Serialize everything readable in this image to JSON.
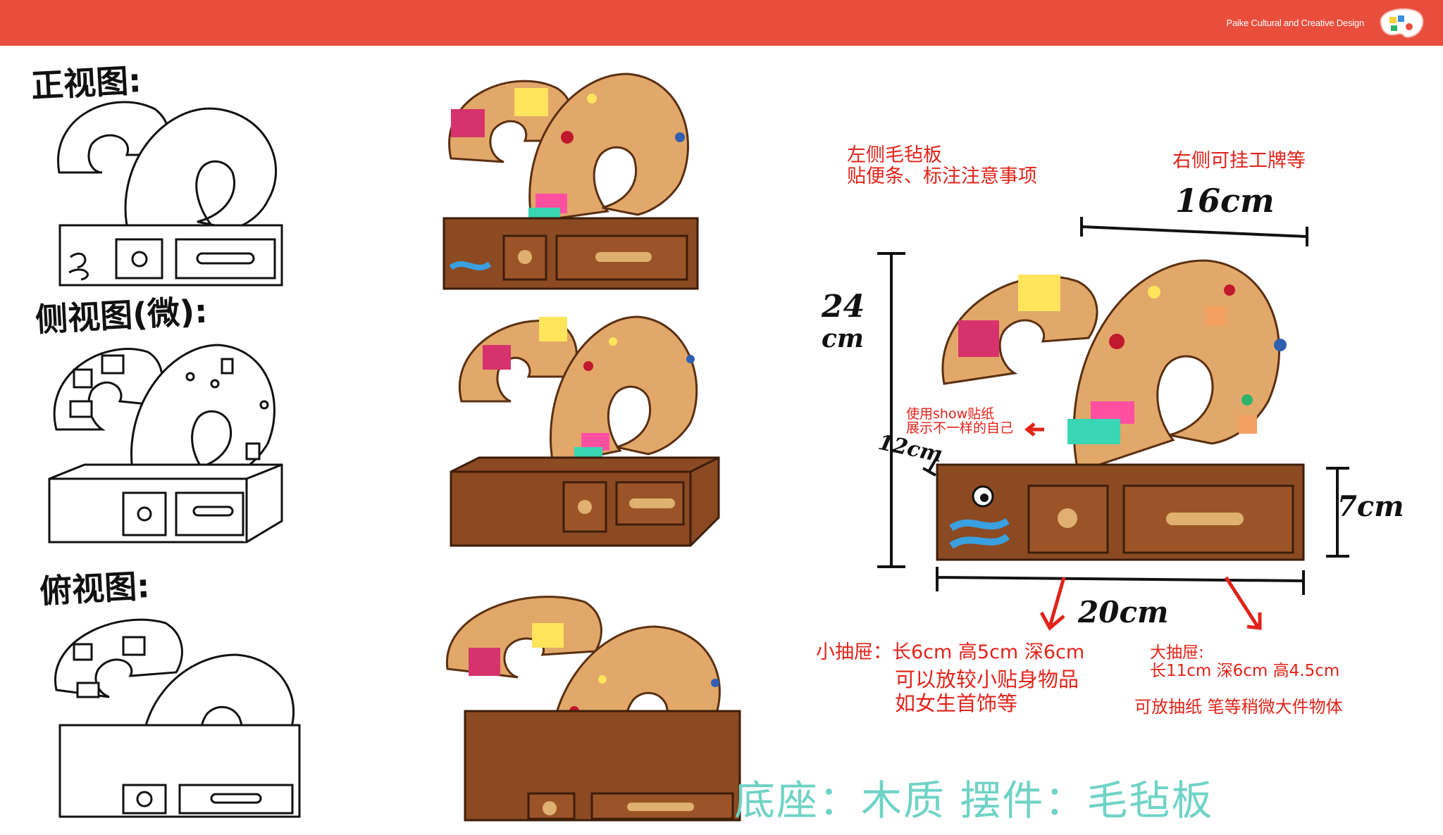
{
  "header": {
    "brand_text": "Paike Cultural and Creative Design",
    "bar_color": "#e94e3d"
  },
  "views": {
    "front_label": "正视图:",
    "side_label": "侧视图(微):",
    "top_label": "俯视图:"
  },
  "annotations": {
    "left_board_line1": "左侧毛毡板",
    "left_board_line2": "贴便条、标注注意事项",
    "right_board": "右侧可挂工牌等",
    "sticker_line1": "使用show贴纸",
    "sticker_line2": "展示不一样的自己",
    "small_drawer_spec": "小抽屉：长6cm 高5cm 深6cm",
    "small_drawer_use_line1": "可以放较小贴身物品",
    "small_drawer_use_line2": "如女生首饰等",
    "large_drawer_title": "大抽屉:",
    "large_drawer_spec": "长11cm 深6cm 高4.5cm",
    "large_drawer_use": "可放抽纸 笔等稍微大件物体"
  },
  "dimensions": {
    "top_width": "16cm",
    "height_num": "24",
    "height_unit": "cm",
    "depth": "12cm",
    "base_height": "7cm",
    "base_width": "20cm"
  },
  "materials": "底座：木质 摆件：毛毡板",
  "colors": {
    "felt": "#e2a86a",
    "wood": "#8b4a22",
    "annotation_red": "#e2231a",
    "material_teal": "#6fd3c6"
  }
}
